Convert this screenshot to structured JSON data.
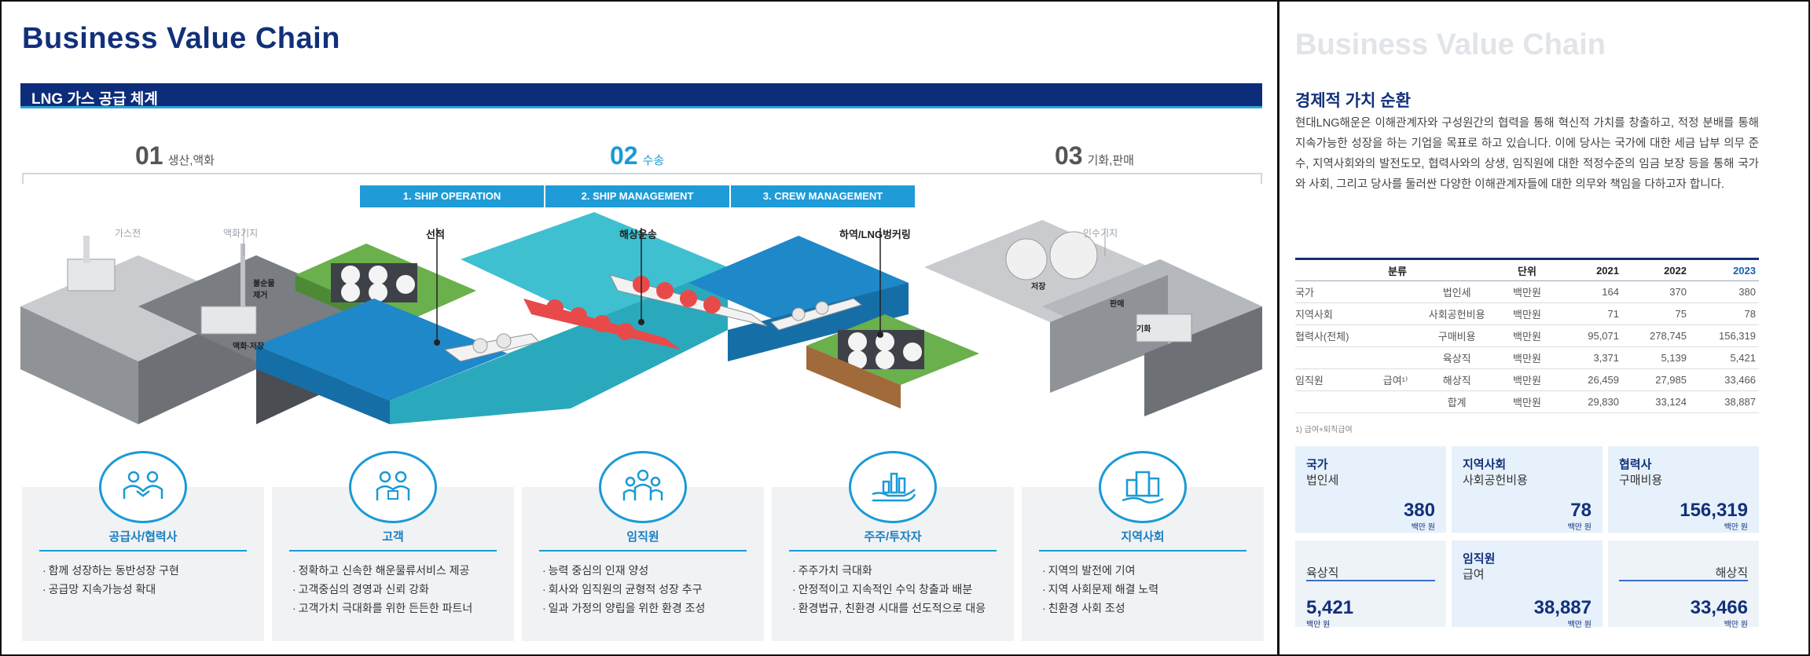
{
  "left": {
    "title": "Business Value Chain",
    "section": "LNG 가스 공급 체계",
    "stages": [
      {
        "num": "01",
        "label": "생산,액화"
      },
      {
        "num": "02",
        "label": "수송"
      },
      {
        "num": "03",
        "label": "기화,판매"
      }
    ],
    "management": [
      "1. SHIP OPERATION",
      "2. SHIP MANAGEMENT",
      "3. CREW MANAGEMENT"
    ],
    "illustration_labels": {
      "gas_field": "가스전",
      "liquefaction_base": "액화기지",
      "impurity_removal": "불순물\n제거",
      "liquefaction_storage": "액화·저장",
      "loading": "선적",
      "ocean_transport": "해상운송",
      "unloading": "하역/LNG벙커링",
      "receiving_base": "인수기지",
      "storage": "저장",
      "vaporization": "기화",
      "sales": "판매"
    },
    "stakeholders": [
      {
        "title": "공급사/협력사",
        "icon": "handshake-people-icon",
        "items": [
          "함께 성장하는 동반성장 구현",
          "공급망 지속가능성 확대"
        ]
      },
      {
        "title": "고객",
        "icon": "customer-group-icon",
        "items": [
          "정확하고 신속한 해운물류서비스 제공",
          "고객중심의 경영과 신뢰 강화",
          "고객가치 극대화를 위한 든든한 파트너"
        ]
      },
      {
        "title": "임직원",
        "icon": "employees-icon",
        "items": [
          "능력 중심의 인재 양성",
          "회사와 임직원의 균형적 성장 추구",
          "일과 가정의 양립을 위한 환경 조성"
        ]
      },
      {
        "title": "주주/투자자",
        "icon": "hand-chart-icon",
        "items": [
          "주주가치 극대화",
          "안정적이고 지속적인 수익 창출과 배분",
          "환경법규, 친환경 시대를 선도적으로 대응"
        ]
      },
      {
        "title": "지역사회",
        "icon": "city-icon",
        "items": [
          "지역의 발전에 기여",
          "지역 사회문제 해결 노력",
          "친환경 사회 조성"
        ]
      }
    ]
  },
  "right": {
    "ghost_title": "Business Value Chain",
    "subtitle": "경제적 가치 순환",
    "paragraph": "현대LNG해운은 이해관계자와 구성원간의 협력을 통해 혁신적 가치를 창출하고, 적정 분배를 통해 지속가능한 성장을 하는 기업을 목표로 하고 있습니다. 이에 당사는 국가에 대한 세금 납부 의무 준수, 지역사회와의 발전도모, 협력사와의 상생, 임직원에 대한 적정수준의 임금 보장 등을 통해 국가와 사회, 그리고 당사를 둘러싼 다양한 이해관계자들에 대한 의무와 책임을 다하고자 합니다.",
    "table": {
      "headers": {
        "category": "분류",
        "unit": "단위",
        "y2021": "2021",
        "y2022": "2022",
        "y2023": "2023"
      },
      "rows": [
        {
          "c1": "국가",
          "c2": "",
          "c3": "법인세",
          "unit": "백만원",
          "v1": "164",
          "v2": "370",
          "v3": "380"
        },
        {
          "c1": "지역사회",
          "c2": "",
          "c3": "사회공헌비용",
          "unit": "백만원",
          "v1": "71",
          "v2": "75",
          "v3": "78"
        },
        {
          "c1": "협력사(전체)",
          "c2": "",
          "c3": "구매비용",
          "unit": "백만원",
          "v1": "95,071",
          "v2": "278,745",
          "v3": "156,319"
        },
        {
          "c1": "",
          "c2": "",
          "c3": "육상직",
          "unit": "백만원",
          "v1": "3,371",
          "v2": "5,139",
          "v3": "5,421"
        },
        {
          "c1": "임직원",
          "c2": "급여¹⁾",
          "c3": "해상직",
          "unit": "백만원",
          "v1": "26,459",
          "v2": "27,985",
          "v3": "33,466"
        },
        {
          "c1": "",
          "c2": "",
          "c3": "합계",
          "unit": "백만원",
          "v1": "29,830",
          "v2": "33,124",
          "v3": "38,887"
        }
      ]
    },
    "footnote": "1) 급여+퇴직급여",
    "kpis": [
      {
        "title": "국가",
        "sub": "법인세",
        "value": "380",
        "unit": "백만 원"
      },
      {
        "title": "지역사회",
        "sub": "사회공헌비용",
        "value": "78",
        "unit": "백만 원"
      },
      {
        "title": "협력사",
        "sub": "구매비용",
        "value": "156,319",
        "unit": "백만 원"
      },
      {
        "title": "",
        "sub": "육상직",
        "value": "5,421",
        "unit": "백만 원"
      },
      {
        "title": "임직원",
        "sub": "급여",
        "value": "38,887",
        "unit": "백만 원"
      },
      {
        "title": "",
        "sub": "해상직",
        "value": "33,466",
        "unit": "백만 원"
      }
    ]
  }
}
